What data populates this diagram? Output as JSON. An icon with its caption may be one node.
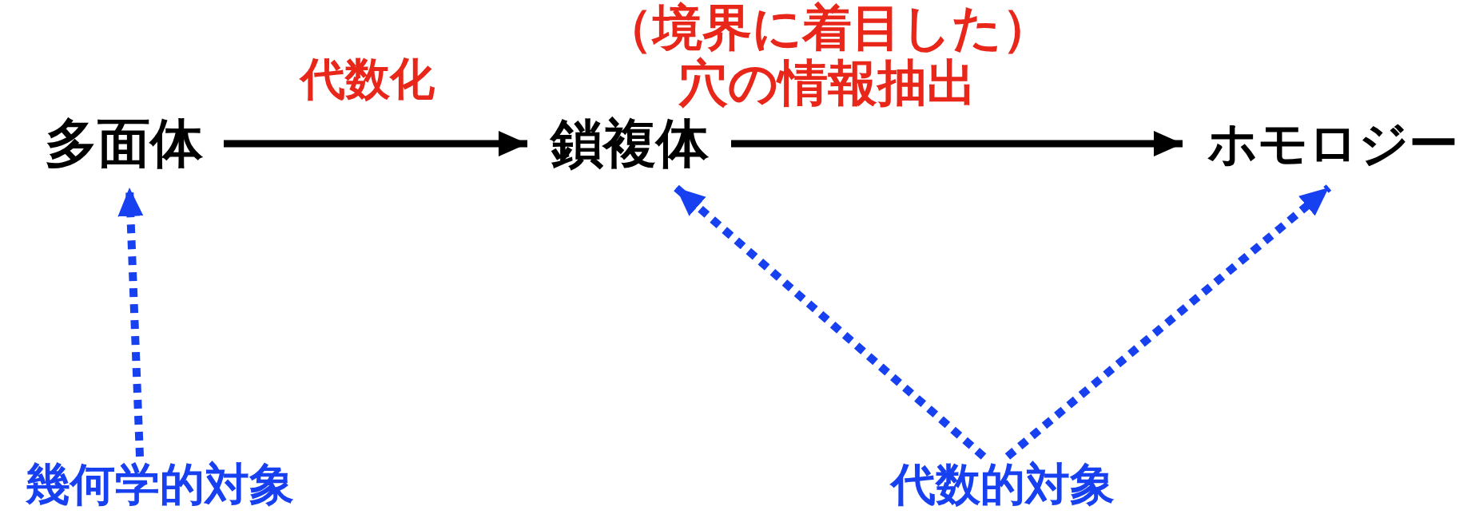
{
  "diagram": {
    "nodes": [
      {
        "text": [
          "多面体"
        ]
      },
      {
        "text": [
          "鎖複体"
        ]
      },
      {
        "text": [
          "ホモロジー"
        ]
      },
      {
        "text": [
          "幾何学的対象"
        ]
      },
      {
        "text": [
          "代数的対象"
        ]
      }
    ],
    "edges": [
      {
        "from": 0,
        "to": 1,
        "arrow": "to",
        "label": "代数化",
        "color": "#000000"
      },
      {
        "from": 1,
        "to": 2,
        "arrow": "to",
        "label": "（境界に着目した）穴の情報抽出",
        "color": "#000000"
      },
      {
        "from": 3,
        "to": 0,
        "arrow": "to",
        "style": "dashed",
        "color": "#1740f0"
      },
      {
        "from": 4,
        "to": 1,
        "arrow": "to",
        "style": "dashed",
        "color": "#1740f0"
      },
      {
        "from": 4,
        "to": 2,
        "arrow": "to",
        "style": "dashed",
        "color": "#1740f0"
      }
    ]
  }
}
